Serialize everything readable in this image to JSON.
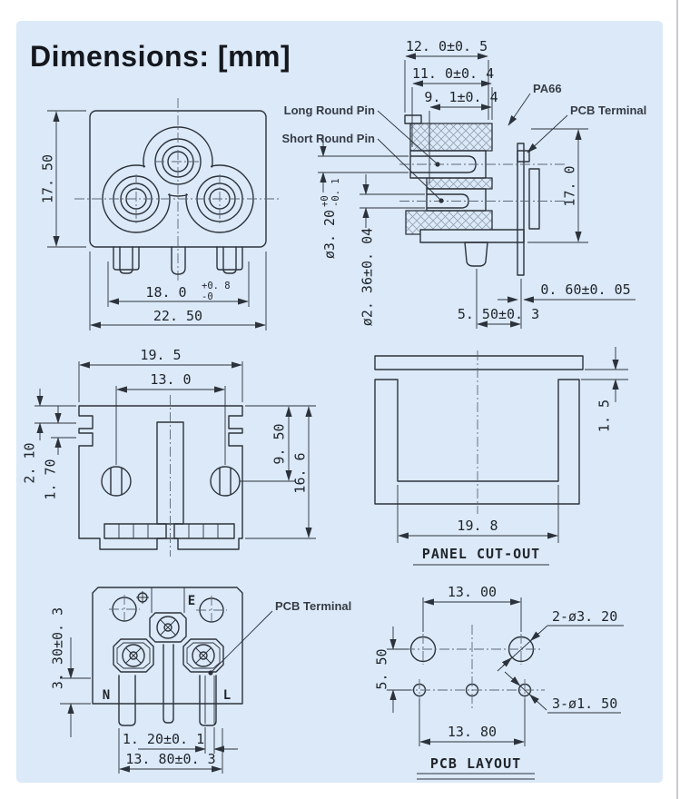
{
  "title": "Dimensions:  [mm]",
  "colors": {
    "panel": "#dbe9f8",
    "line": "#2c323b"
  },
  "front_view": {
    "height": "17. 50",
    "pin_span": "18. 0",
    "pin_span_tol_top": "+0. 8",
    "pin_span_tol_bottom": "-0",
    "width": "22. 50"
  },
  "side_view": {
    "width_outer": "12. 0±0. 5",
    "width_mid": "11. 0±0. 4",
    "width_inner": "9. 1±0. 4",
    "label_long_pin": "Long Round Pin",
    "label_short_pin": "Short Round Pin",
    "label_material": "PA66",
    "label_pcb_terminal": "PCB Terminal",
    "pin_dia": "ø3. 20",
    "pin_dia_tol_top": "+0",
    "pin_dia_tol_bottom": "-0. 1",
    "tip_dia": "ø2. 36±0. 04",
    "height": "17. 0",
    "terminal_offset": "5. 50±0. 3",
    "terminal_thickness": "0. 60±0. 05"
  },
  "rear_view": {
    "width_outer": "19. 5",
    "screw_span": "13. 0",
    "notch_offset": "2. 10",
    "notch_height": "1. 70",
    "screw_depth": "9. 50",
    "height": "16. 6"
  },
  "panel_cutout": {
    "gap": "1. 5",
    "width": "19. 8",
    "caption": "PANEL CUT-OUT"
  },
  "bottom_view": {
    "label_earth": "E",
    "label_neutral": "N",
    "label_line": "L",
    "label_pcb_terminal": "PCB Terminal",
    "leg_length": "3. 30±0. 3",
    "pin_width": "1. 20±0. 1",
    "leg_span": "13. 80±0. 3"
  },
  "pcb_layout": {
    "hole_span_top": "13. 00",
    "row_spacing": "5. 50",
    "mount_holes": "2-ø3. 20",
    "pin_holes": "3-ø1. 50",
    "hole_span_bottom": "13. 80",
    "caption": "PCB LAYOUT"
  }
}
